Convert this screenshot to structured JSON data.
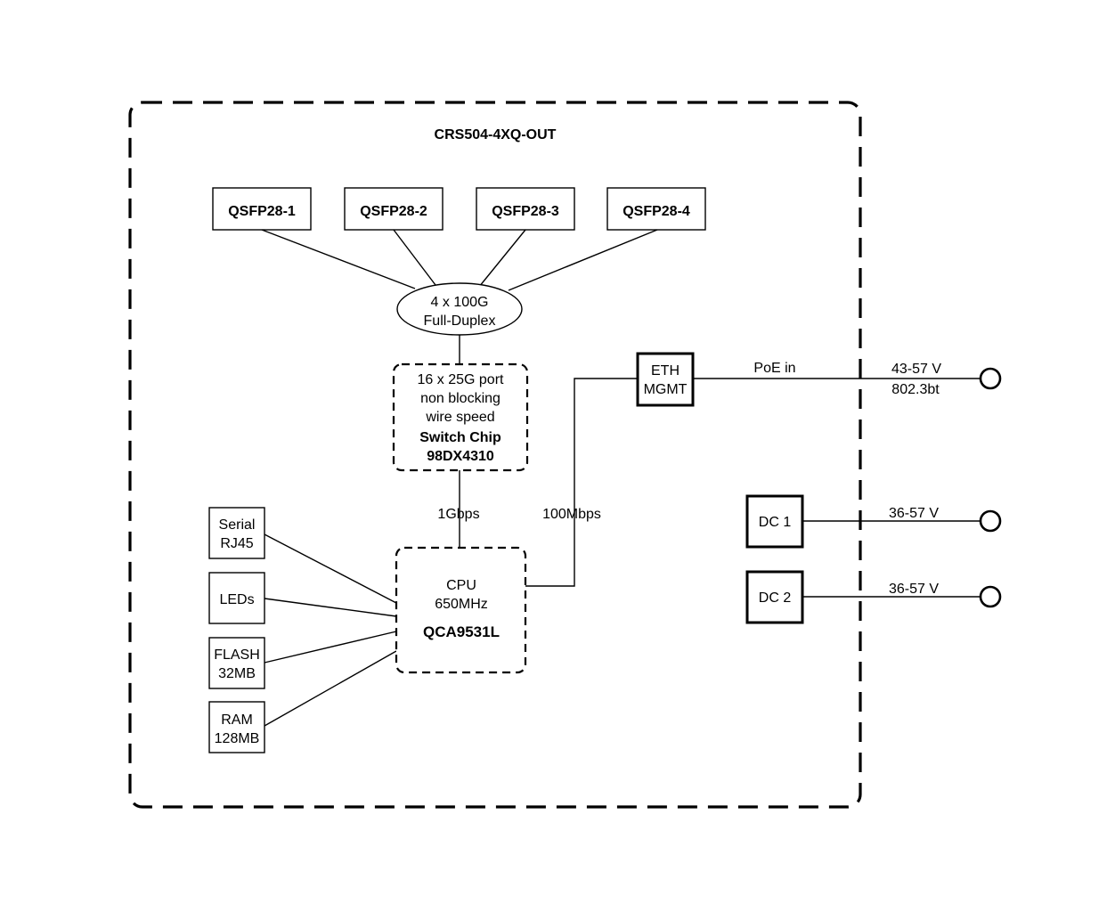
{
  "title": "CRS504-4XQ-OUT",
  "qsfp_ports": [
    "QSFP28-1",
    "QSFP28-2",
    "QSFP28-3",
    "QSFP28-4"
  ],
  "bus": {
    "line1": "4 x 100G",
    "line2": "Full-Duplex"
  },
  "switch_chip": {
    "line1": "16 x 25G port",
    "line2": "non blocking",
    "line3": "wire speed",
    "name": "Switch Chip",
    "model": "98DX4310"
  },
  "link_switch_cpu": "1Gbps",
  "link_cpu_eth": "100Mbps",
  "cpu": {
    "line1": "CPU",
    "line2": "650MHz",
    "model": "QCA9531L"
  },
  "peripherals": {
    "serial": {
      "line1": "Serial",
      "line2": "RJ45"
    },
    "leds": {
      "line1": "LEDs"
    },
    "flash": {
      "line1": "FLASH",
      "line2": "32MB"
    },
    "ram": {
      "line1": "RAM",
      "line2": "128MB"
    }
  },
  "eth_mgmt": {
    "line1": "ETH",
    "line2": "MGMT"
  },
  "poe": {
    "label": "PoE in",
    "voltage": "43-57 V",
    "standard": "802.3bt"
  },
  "dc1": {
    "label": "DC 1",
    "voltage": "36-57 V"
  },
  "dc2": {
    "label": "DC 2",
    "voltage": "36-57 V"
  }
}
